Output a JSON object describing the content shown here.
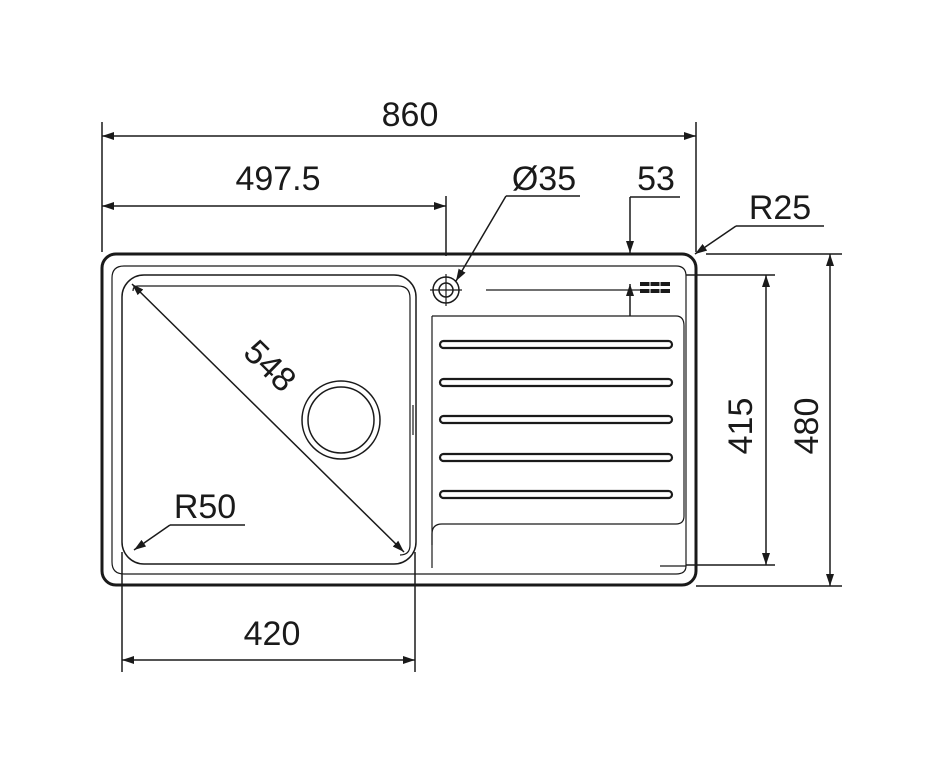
{
  "dimensions": {
    "overall_width": "860",
    "bowl_center_offset": "497.5",
    "tap_hole": "Ø35",
    "edge_offset": "53",
    "corner_radius_outer": "R25",
    "bowl_diagonal": "548",
    "bowl_corner_radius": "R50",
    "bowl_width": "420",
    "bowl_depth": "415",
    "overall_depth": "480"
  }
}
